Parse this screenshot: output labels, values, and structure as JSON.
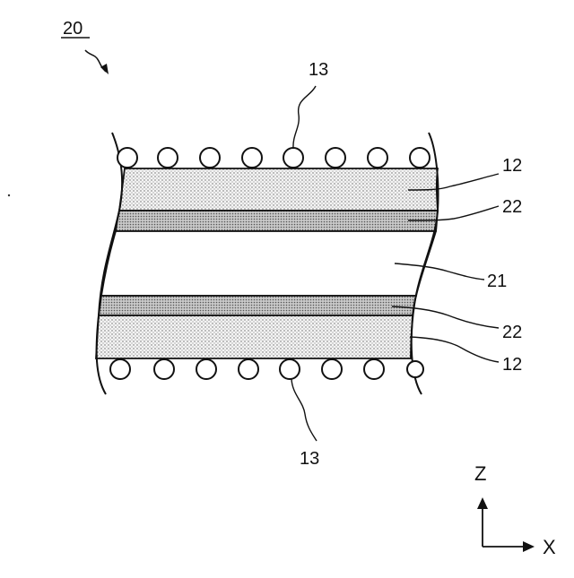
{
  "figure": {
    "assembly_label": "20",
    "labels": {
      "particles_top": "13",
      "particles_bottom": "13",
      "outer_top": "12",
      "inner_top": "22",
      "core": "21",
      "inner_bottom": "22",
      "outer_bottom": "12"
    },
    "axes": {
      "vertical": "Z",
      "horizontal": "X"
    },
    "colors": {
      "line": "#111111",
      "outer_fill": "#f1f1f1",
      "inner_fill": "#cfcfcf",
      "core_fill": "#ffffff"
    }
  }
}
